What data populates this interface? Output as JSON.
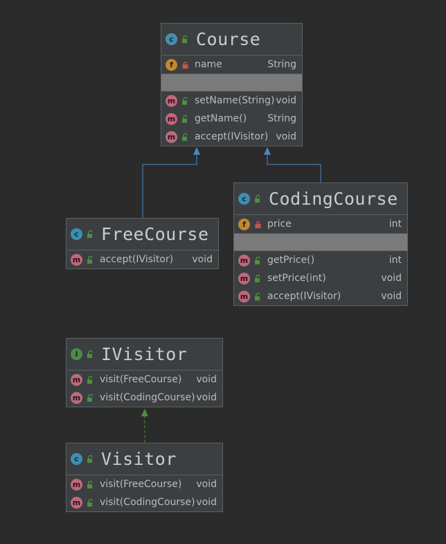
{
  "classes": {
    "course": {
      "name": "Course",
      "fields": [
        {
          "name": "name",
          "type": "String"
        }
      ],
      "methods": [
        {
          "name": "setName(String)",
          "type": "void"
        },
        {
          "name": "getName()",
          "type": "String"
        },
        {
          "name": "accept(IVisitor)",
          "type": "void"
        }
      ]
    },
    "free_course": {
      "name": "FreeCourse",
      "methods": [
        {
          "name": "accept(IVisitor)",
          "type": "void"
        }
      ]
    },
    "coding_course": {
      "name": "CodingCourse",
      "fields": [
        {
          "name": "price",
          "type": "int"
        }
      ],
      "methods": [
        {
          "name": "getPrice()",
          "type": "int"
        },
        {
          "name": "setPrice(int)",
          "type": "void"
        },
        {
          "name": "accept(IVisitor)",
          "type": "void"
        }
      ]
    },
    "ivisitor": {
      "name": "IVisitor",
      "methods": [
        {
          "name": "visit(FreeCourse)",
          "type": "void"
        },
        {
          "name": "visit(CodingCourse)",
          "type": "void"
        }
      ]
    },
    "visitor": {
      "name": "Visitor",
      "methods": [
        {
          "name": "visit(FreeCourse)",
          "type": "void"
        },
        {
          "name": "visit(CodingCourse)",
          "type": "void"
        }
      ]
    }
  },
  "icons": {
    "class_letter": "c",
    "interface_letter": "I",
    "field_letter": "f",
    "method_letter": "m"
  },
  "colors": {
    "background": "#2b2b2b",
    "box": "#3c3f41",
    "inheritance_line": "#4a88c7",
    "realization_line": "#4e8f3e"
  }
}
